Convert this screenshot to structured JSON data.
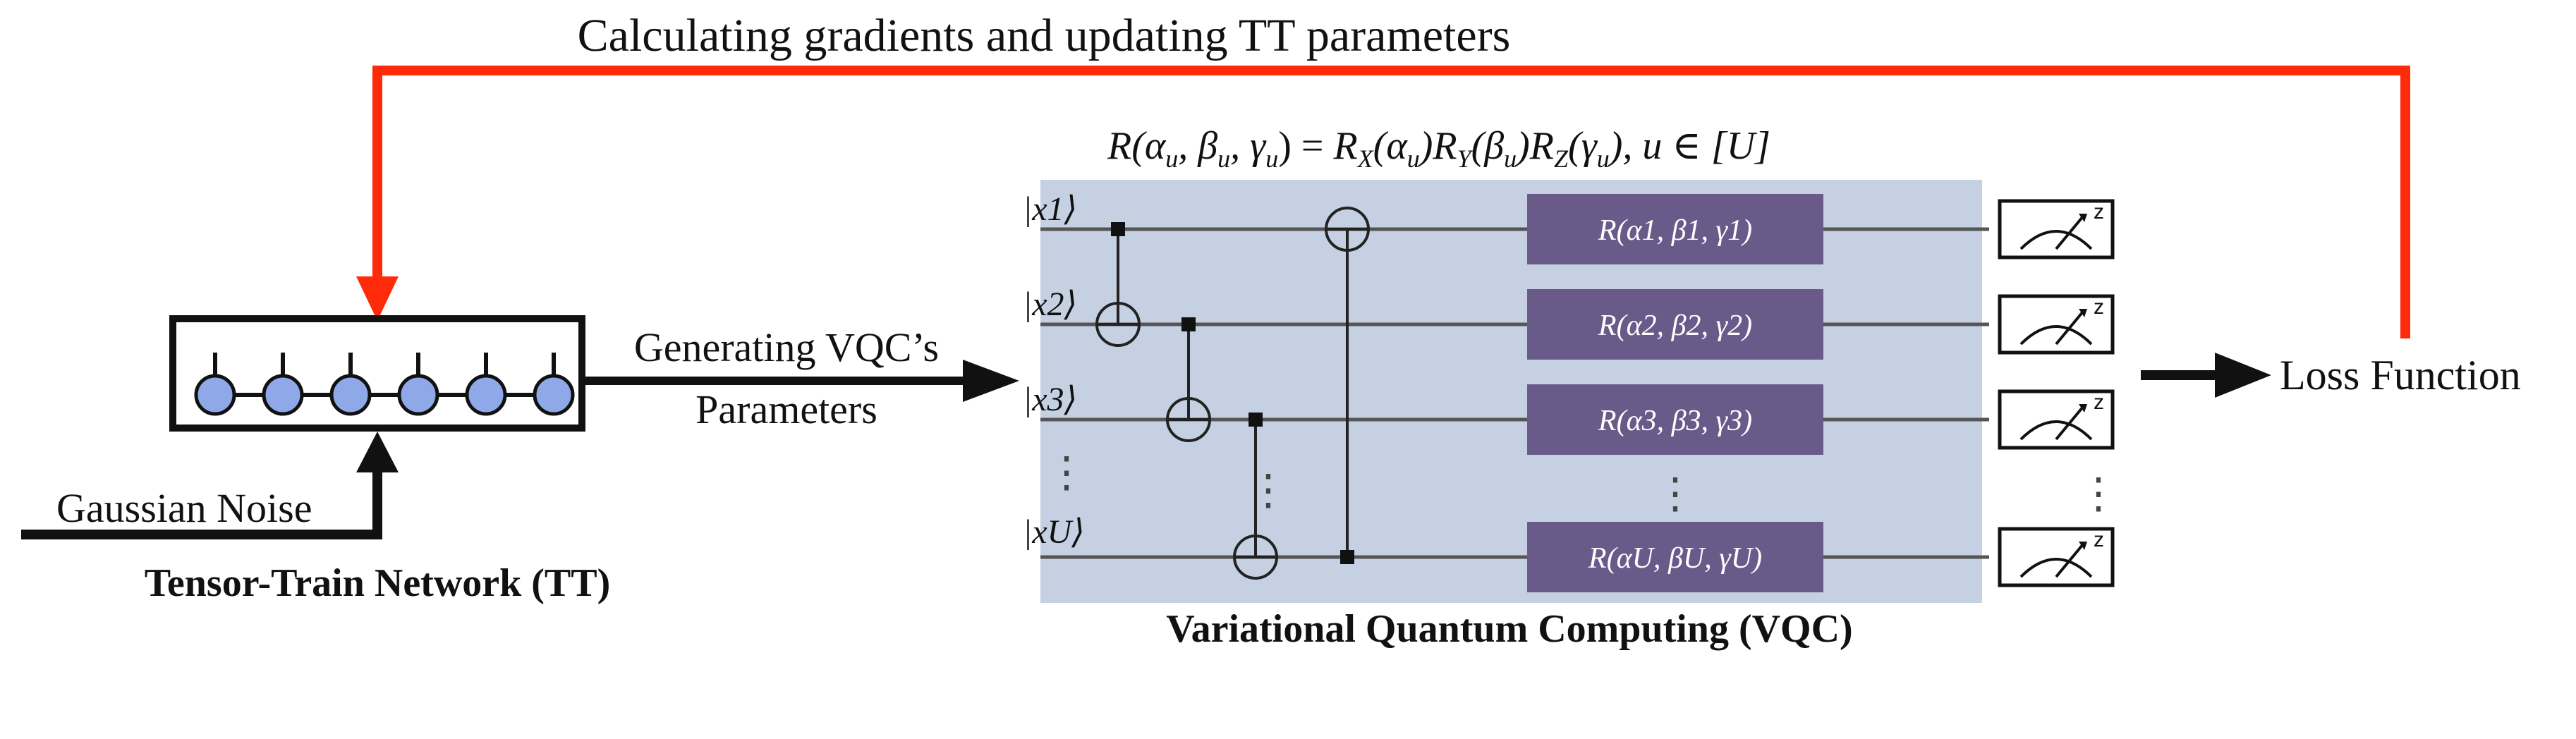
{
  "texts": {
    "feedback_label": "Calculating gradients and updating TT parameters",
    "rotation_formula": "R(αu, βu, γu) = RX(αu)RY(βu)RZ(γu), u ∈ [U]",
    "generating_label_1": "Generating VQC’s",
    "generating_label_2": "Parameters",
    "gaussian_noise": "Gaussian Noise",
    "tt_caption": "Tensor-Train Network (TT)",
    "vqc_caption": "Variational Quantum Computing (VQC)",
    "loss_function": "Loss Function",
    "ellipsis": "⋮",
    "meter_axis": "z"
  },
  "qubits": [
    {
      "ket": "|x1⟩",
      "gate": "R(α1, β1, γ1)"
    },
    {
      "ket": "|x2⟩",
      "gate": "R(α2, β2, γ2)"
    },
    {
      "ket": "|x3⟩",
      "gate": "R(α3, β3, γ3)"
    },
    {
      "ket": "|xU⟩",
      "gate": "R(αU, βU, γU)"
    }
  ],
  "colors": {
    "feedback_arrow": "#ff2a0a",
    "vqc_background": "#c5d1e3",
    "gate_fill": "#6a5a8a",
    "tt_node_fill": "#8ea8e8",
    "line": "#555555"
  }
}
